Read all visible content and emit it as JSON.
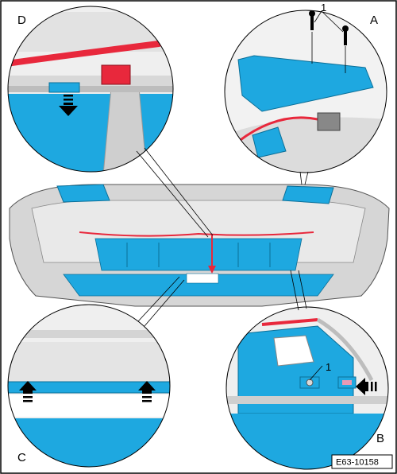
{
  "figure": {
    "code": "E63-10158",
    "detail_labels": {
      "a": "A",
      "b": "B",
      "c": "C",
      "d": "D"
    },
    "callouts": {
      "a_screws": "1",
      "b_clip": "1"
    }
  },
  "colors": {
    "blue": "#1ea8e0",
    "red": "#e8283c",
    "grey": "#c9c9c9",
    "light_grey": "#e6e6e6",
    "outline": "#000000"
  }
}
